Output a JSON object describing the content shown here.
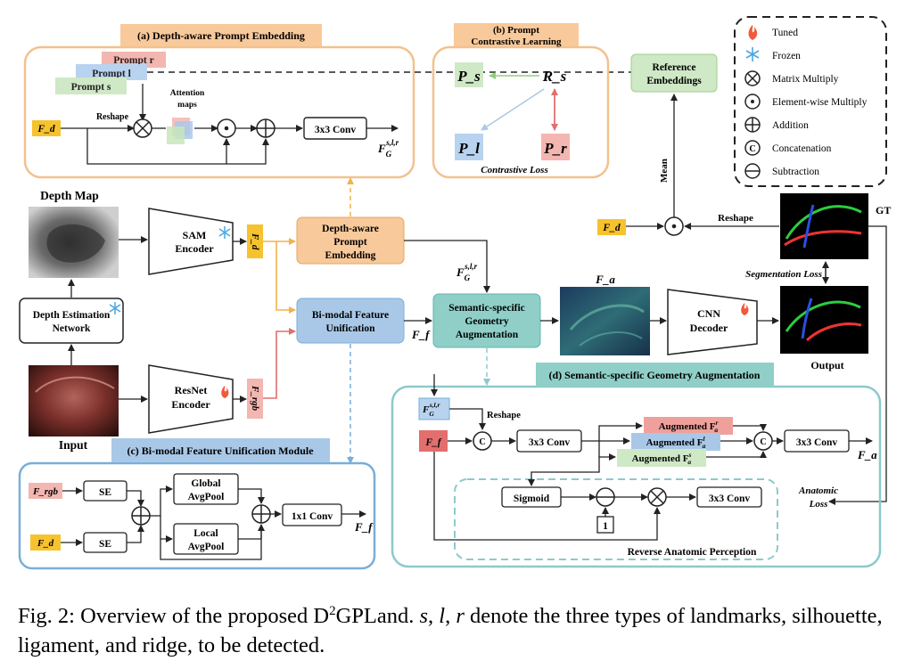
{
  "legend": {
    "tuned": "Tuned",
    "frozen": "Frozen",
    "matrix_multiply": "Matrix Multiply",
    "elementwise_multiply": "Element-wise Multiply",
    "addition": "Addition",
    "concatenation": "Concatenation",
    "subtraction": "Subtraction"
  },
  "panel_a": {
    "title": "(a) Depth-aware Prompt Embedding",
    "prompt_r": "Prompt r",
    "prompt_l": "Prompt l",
    "prompt_s": "Prompt s",
    "fd": "F_d",
    "reshape": "Reshape",
    "attention": "Attention",
    "maps": "maps",
    "conv": "3x3 Conv",
    "out_base": "F",
    "out_sub": "G",
    "out_sup": "s,l,r"
  },
  "panel_b": {
    "title_line1": "(b) Prompt",
    "title_line2": "Contrastive Learning",
    "ps": "P_s",
    "rs": "R_s",
    "pl": "P_l",
    "pr": "P_r",
    "loss": "Contrastive Loss"
  },
  "reference": {
    "line1": "Reference",
    "line2": "Embeddings",
    "mean": "Mean"
  },
  "main": {
    "depth_map": "Depth Map",
    "sam_line1": "SAM",
    "sam_line2": "Encoder",
    "fd": "F_d",
    "dape_line1": "Depth-aware",
    "dape_line2": "Prompt",
    "dape_line3": "Embedding",
    "fg_base": "F",
    "fg_sub": "G",
    "fg_sup": "s,l,r",
    "depth_est_line1": "Depth Estimation",
    "depth_est_line2": "Network",
    "bimodal_line1": "Bi-modal Feature",
    "bimodal_line2": "Unification",
    "ff": "F_f",
    "ssga_line1": "Semantic-specific",
    "ssga_line2": "Geometry",
    "ssga_line3": "Augmentation",
    "fa": "F_a",
    "cnn_line1": "CNN",
    "cnn_line2": "Decoder",
    "output": "Output",
    "gt": "GT",
    "seg_loss": "Segmentation Loss",
    "reshape": "Reshape",
    "resnet_line1": "ResNet",
    "resnet_line2": "Encoder",
    "frgb": "F_rgb",
    "input": "Input"
  },
  "panel_c": {
    "title": "(c) Bi-modal Feature Unification Module",
    "frgb": "F_rgb",
    "fd": "F_d",
    "se": "SE",
    "global_line1": "Global",
    "global_line2": "AvgPool",
    "local_line1": "Local",
    "local_line2": "AvgPool",
    "conv": "1x1 Conv",
    "ff": "F_f"
  },
  "panel_d": {
    "title": "(d) Semantic-specific Geometry Augmentation",
    "fg_base": "F",
    "fg_sub": "G",
    "fg_sup": "s,l,r",
    "reshape": "Reshape",
    "ff": "F_f",
    "conv1": "3x3 Conv",
    "aug_r": "Augmented F",
    "aug_l": "Augmented F",
    "aug_s": "Augmented F",
    "conv2": "3x3 Conv",
    "fa": "F_a",
    "sigmoid": "Sigmoid",
    "one": "1",
    "conv3": "3x3 Conv",
    "anatomic_line1": "Anatomic",
    "anatomic_line2": "Loss",
    "rap": "Reverse Anatomic Perception"
  },
  "caption": {
    "prefix": "Fig. 2: Overview of the proposed D",
    "sup": "2",
    "suffix": "GPLand. ",
    "s": "s",
    "sep1": ", ",
    "l": "l",
    "sep2": ", ",
    "r": "r",
    "rest": " denote the three types of landmarks, silhouette, ligament, and ridge, to be detected."
  }
}
